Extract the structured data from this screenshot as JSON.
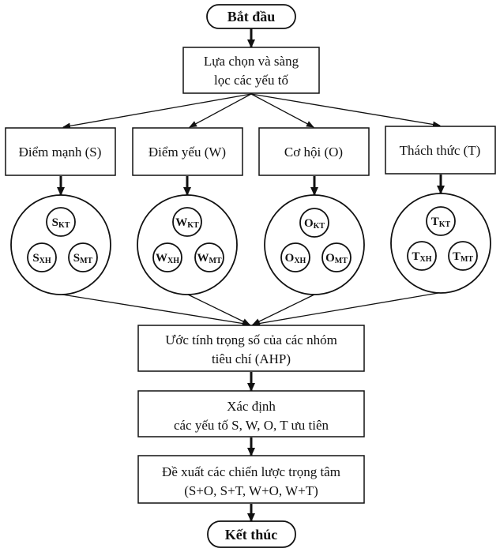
{
  "flowchart": {
    "start": "Bắt đầu",
    "select_step": [
      "Lựa chọn và sàng",
      "lọc các yếu tố"
    ],
    "categories": [
      {
        "key": "S",
        "label": "Điểm mạnh (S)",
        "nodes": [
          {
            "main": "S",
            "sub": "KT"
          },
          {
            "main": "S",
            "sub": "XH"
          },
          {
            "main": "S",
            "sub": "MT"
          }
        ]
      },
      {
        "key": "W",
        "label": "Điểm yếu (W)",
        "nodes": [
          {
            "main": "W",
            "sub": "KT"
          },
          {
            "main": "W",
            "sub": "XH"
          },
          {
            "main": "W",
            "sub": "MT"
          }
        ]
      },
      {
        "key": "O",
        "label": "Cơ hội (O)",
        "nodes": [
          {
            "main": "O",
            "sub": "KT"
          },
          {
            "main": "O",
            "sub": "XH"
          },
          {
            "main": "O",
            "sub": "MT"
          }
        ]
      },
      {
        "key": "T",
        "label": "Thách thức (T)",
        "nodes": [
          {
            "main": "T",
            "sub": "KT"
          },
          {
            "main": "T",
            "sub": "XH"
          },
          {
            "main": "T",
            "sub": "MT"
          }
        ]
      }
    ],
    "ahp_step": [
      "Ước tính trọng số của các nhóm",
      "tiêu chí (AHP)"
    ],
    "priority_step": [
      "Xác định",
      "các yếu tố S, W, O, T ưu tiên"
    ],
    "strategy_step": [
      "Đề xuất các chiến lược trọng tâm",
      "(S+O, S+T, W+O, W+T)"
    ],
    "end": "Kết thúc"
  }
}
